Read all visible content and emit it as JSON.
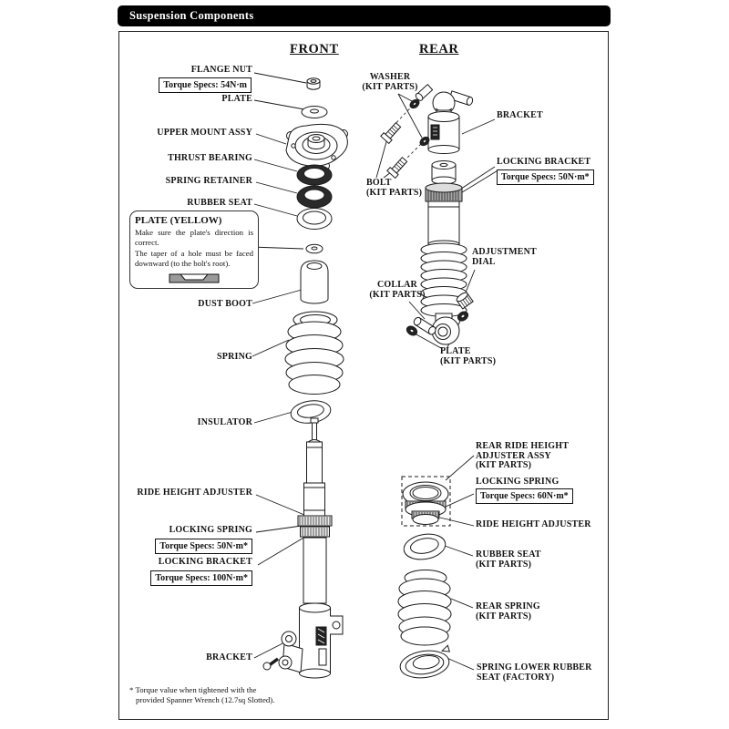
{
  "header": {
    "title": "Suspension Components"
  },
  "columns": {
    "front_heading": "FRONT",
    "rear_heading": "REAR"
  },
  "front": {
    "flange_nut": "FLANGE NUT",
    "flange_nut_torque": "Torque Specs: 54N·m",
    "plate": "PLATE",
    "upper_mount_assy": "UPPER MOUNT ASSY",
    "thrust_bearing": "THRUST BEARING",
    "spring_retainer": "SPRING RETAINER",
    "rubber_seat": "RUBBER SEAT",
    "note": {
      "title": "PLATE (YELLOW)",
      "body1": "Make sure the plate's direction is correct.",
      "body2": "The taper of a hole must be faced downward (to the bolt's root)."
    },
    "dust_boot": "DUST BOOT",
    "spring": "SPRING",
    "insulator": "INSULATOR",
    "ride_height_adjuster": "RIDE HEIGHT ADJUSTER",
    "locking_spring": "LOCKING SPRING",
    "locking_spring_torque": "Torque Specs: 50N·m*",
    "locking_bracket": "LOCKING BRACKET",
    "locking_bracket_torque": "Torque Specs: 100N·m*",
    "bracket": "BRACKET"
  },
  "rear": {
    "washer": "WASHER",
    "washer_sub": "(KIT PARTS)",
    "bracket": "BRACKET",
    "locking_bracket": "LOCKING BRACKET",
    "locking_bracket_torque": "Torque Specs: 50N·m*",
    "bolt": "BOLT",
    "bolt_sub": "(KIT PARTS)",
    "adjustment_dial_1": "ADJUSTMENT",
    "adjustment_dial_2": "DIAL",
    "collar": "COLLAR",
    "collar_sub": "(KIT PARTS)",
    "plate": "PLATE",
    "plate_sub": "(KIT PARTS)",
    "rrha_1": "REAR RIDE HEIGHT",
    "rrha_2": "ADJUSTER ASSY",
    "rrha_3": "(KIT PARTS)",
    "locking_spring": "LOCKING SPRING",
    "locking_spring_torque": "Torque Specs: 60N·m*",
    "ride_height_adjuster": "RIDE HEIGHT ADJUSTER",
    "rubber_seat": "RUBBER SEAT",
    "rubber_seat_sub": "(KIT PARTS)",
    "rear_spring": "REAR SPRING",
    "rear_spring_sub": "(KIT PARTS)",
    "spring_lower_seat_1": "SPRING LOWER RUBBER",
    "spring_lower_seat_2": "SEAT (FACTORY)"
  },
  "footnote": {
    "line1": "* Torque value when tightened with the",
    "line2": "provided Spanner Wrench (12.7sq Slotted)."
  },
  "colors": {
    "ink": "#1a1a1a",
    "paper": "#ffffff",
    "header_bg": "#000000"
  }
}
